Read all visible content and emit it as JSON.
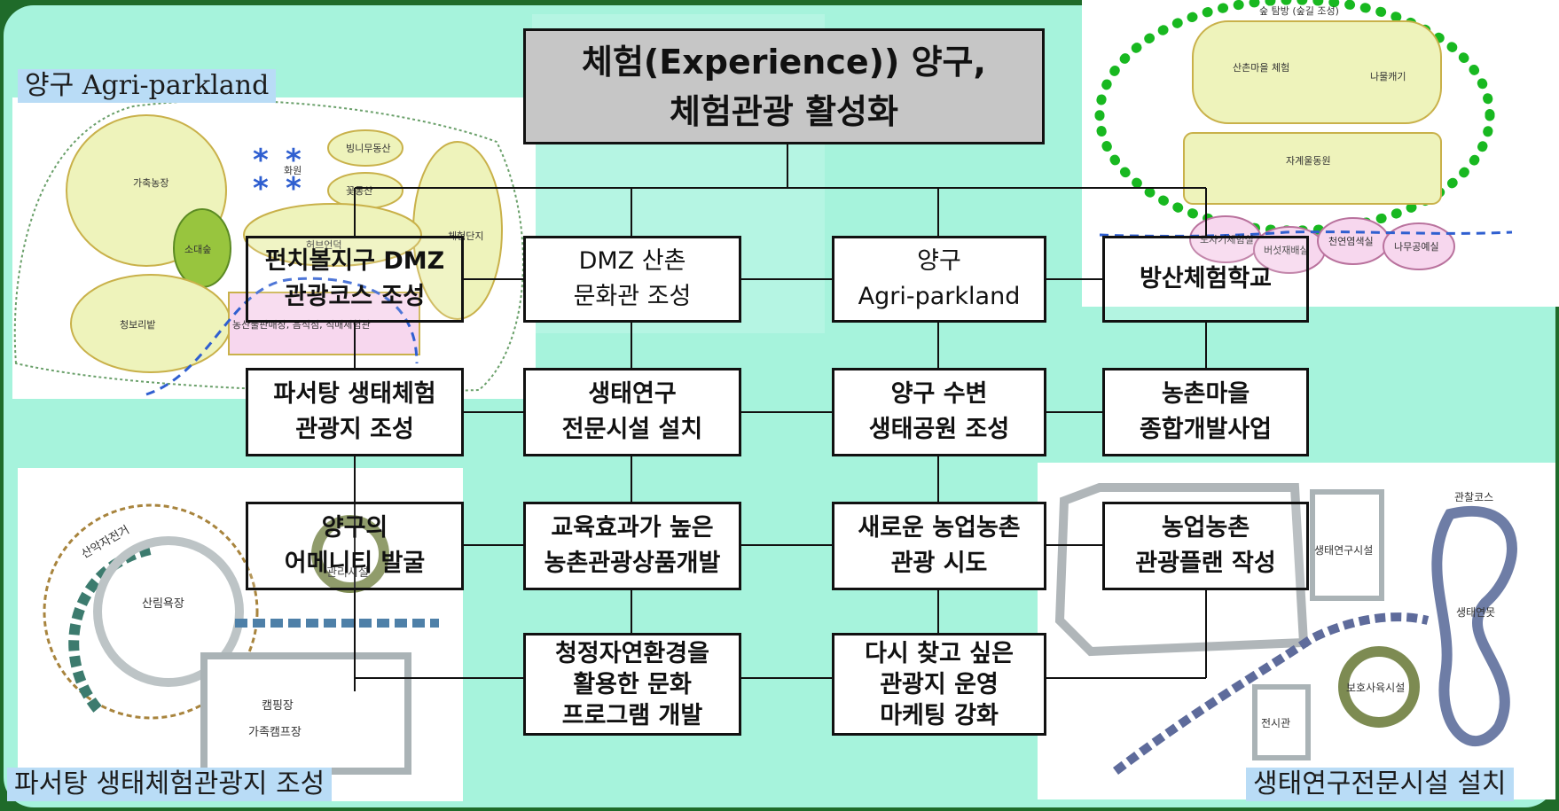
{
  "title": {
    "line1": "체험(Experience)) 양구,",
    "line2": "체험관광 활성화"
  },
  "row1": [
    {
      "line1": "펀치볼지구 DMZ",
      "line2": "관광코스 조성"
    },
    {
      "line1": "DMZ 산촌",
      "line2": "문화관 조성"
    },
    {
      "line1": "양구",
      "line2": "Agri-parkland"
    },
    {
      "line1": "방산체험학교"
    }
  ],
  "row2": [
    {
      "line1": "파서탕 생태체험",
      "line2": "관광지 조성"
    },
    {
      "line1": "생태연구",
      "line2": "전문시설 설치"
    },
    {
      "line1": "양구 수변",
      "line2": "생태공원 조성"
    },
    {
      "line1": "농촌마을",
      "line2": "종합개발사업"
    }
  ],
  "row3": [
    {
      "line1": "양구의",
      "line2": "어메니티 발굴"
    },
    {
      "line1": "교육효과가 높은",
      "line2": "농촌관광상품개발"
    },
    {
      "line1": "새로운 농업농촌",
      "line2": "관광 시도"
    },
    {
      "line1": "농업농촌",
      "line2": "관광플랜 작성"
    }
  ],
  "row4": [
    {
      "line1": "청정자연환경을",
      "line2": "활용한 문화",
      "line3": "프로그램 개발"
    },
    {
      "line1": "다시 찾고 싶은",
      "line2": "관광지 운영",
      "line3": "마케팅 강화"
    }
  ],
  "captions": {
    "top_left": "양구 Agri-parkland",
    "bottom_left": "파서탕 생태체험관광지 조성",
    "bottom_right": "생태연구전문시설 설치"
  },
  "sketch_labels": {
    "agri": [
      "가축농장",
      "소대숲",
      "청보리밭",
      "빙니무동산",
      "화원",
      "꽃동산",
      "체험단지",
      "허브언덕",
      "농산물판매장, 음식점, 직매체험관"
    ],
    "school": [
      "숲 탐방 (숲길 조성)",
      "산촌마을 체험",
      "나물캐기",
      "자계울동원",
      "도자기체험실",
      "버섯재배실",
      "천연염색실",
      "나무공예실"
    ],
    "eco": [
      "산악자전거",
      "산림욕장",
      "관리시설",
      "캠핑장",
      "가족캠프장"
    ],
    "research": [
      "관찰코스",
      "생태연구시설",
      "생태연못",
      "보호사육시설",
      "전시관"
    ]
  },
  "colors": {
    "frame": "#1f6b2a",
    "background": "#a6f3dc",
    "caption_bg": "#b9dcf6",
    "title_box": "#c6c6c6"
  }
}
